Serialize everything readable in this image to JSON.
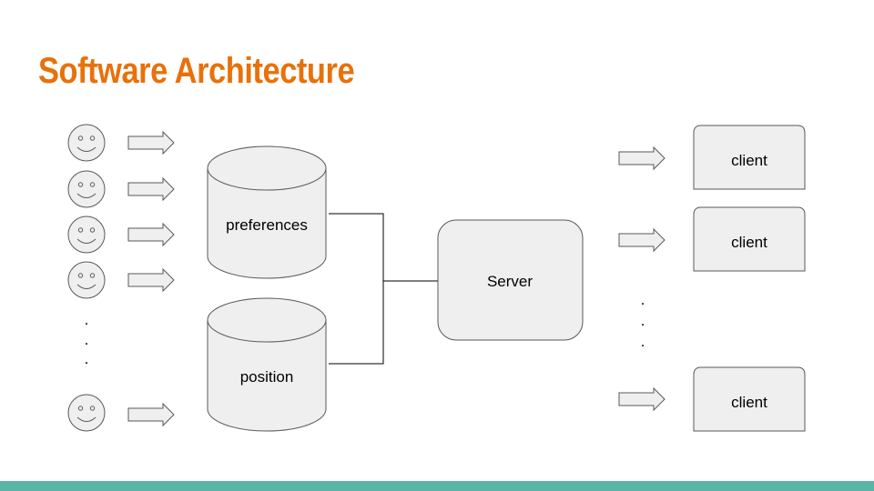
{
  "slide": {
    "title": "Software Architecture"
  },
  "databases": {
    "preferences_label": "preferences",
    "position_label": "position"
  },
  "server": {
    "label": "Server"
  },
  "clients": [
    {
      "label": "client"
    },
    {
      "label": "client"
    },
    {
      "label": "client"
    }
  ],
  "colors": {
    "title": "#e8710a",
    "footer_bar": "#5bb5a7",
    "shape_fill": "#efefef",
    "shape_stroke": "#595959"
  },
  "icons": {
    "user": "smiley-face-icon",
    "flow": "block-arrow-right-icon"
  },
  "ellipsis_dot": "."
}
